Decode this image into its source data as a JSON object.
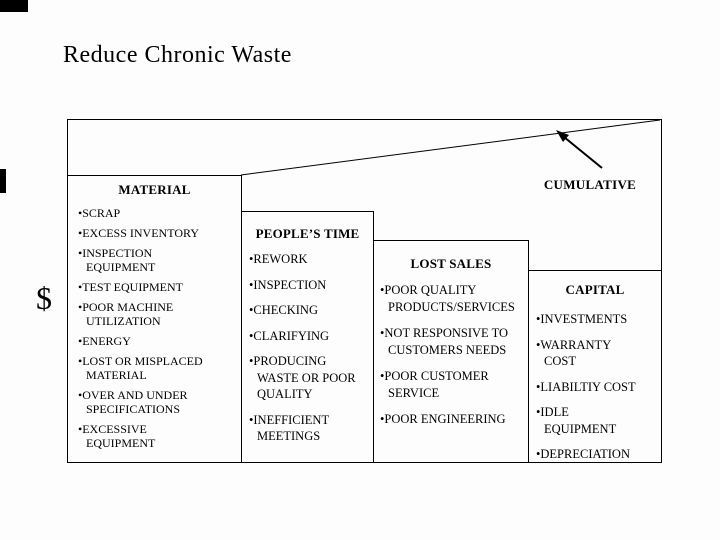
{
  "slide": {
    "title": "Reduce Chronic Waste",
    "dollar_label": "$",
    "cumulative_label": "CUMULATIVE"
  },
  "columns": [
    {
      "header": "MATERIAL",
      "items": [
        "SCRAP",
        "EXCESS INVENTORY",
        "INSPECTION\nEQUIPMENT",
        "TEST EQUIPMENT",
        "POOR MACHINE\nUTILIZATION",
        "ENERGY",
        "LOST OR MISPLACED\nMATERIAL",
        "OVER AND UNDER\nSPECIFICATIONS",
        "EXCESSIVE\nEQUIPMENT"
      ]
    },
    {
      "header": "PEOPLE’S TIME",
      "items": [
        "REWORK",
        "INSPECTION",
        "CHECKING",
        "CLARIFYING",
        "PRODUCING\nWASTE OR POOR\nQUALITY",
        "INEFFICIENT\nMEETINGS"
      ]
    },
    {
      "header": "LOST SALES",
      "items": [
        "POOR QUALITY\nPRODUCTS/SERVICES",
        "NOT RESPONSIVE TO\nCUSTOMERS NEEDS",
        "POOR CUSTOMER\nSERVICE",
        "POOR ENGINEERING"
      ]
    },
    {
      "header": "CAPITAL",
      "items": [
        "INVESTMENTS",
        "WARRANTY\nCOST",
        "LIABILTIY COST",
        "IDLE\nEQUIPMENT",
        "DEPRECIATION"
      ]
    }
  ],
  "colors": {
    "background": "#fdfdfd",
    "line": "#000000",
    "text": "#000000"
  }
}
